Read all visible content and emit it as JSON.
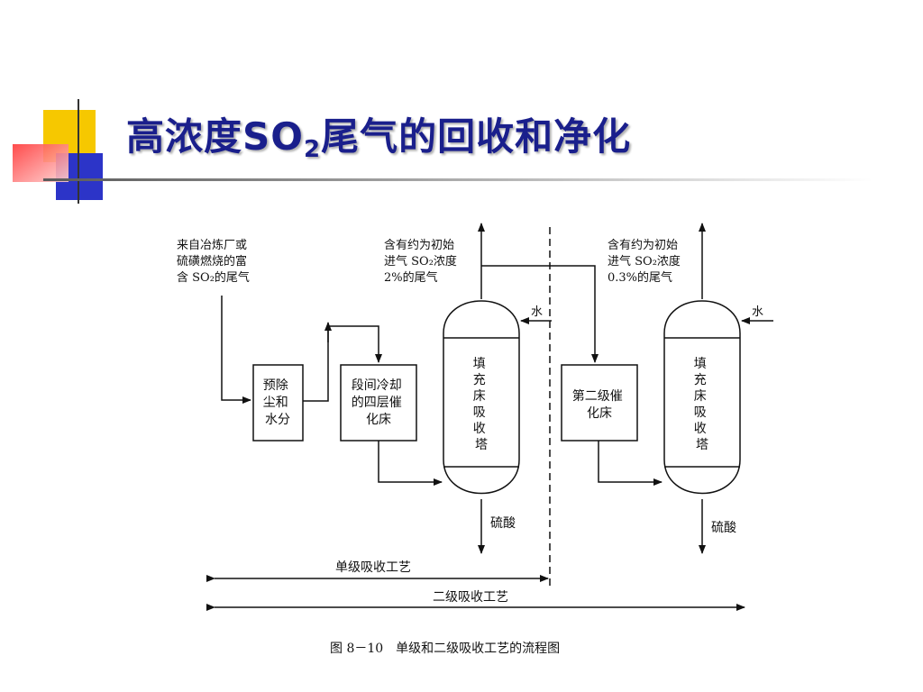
{
  "slide": {
    "title_prefix": "高浓度SO",
    "title_sub": "2",
    "title_suffix": "尾气的回收和净化"
  },
  "diagram": {
    "source_label": [
      "来自冶炼厂或",
      "硫磺燃烧的富",
      "含 SO₂的尾气"
    ],
    "tail_gas_1": [
      "含有约为初始",
      "进气 SO₂浓度",
      "2%的尾气"
    ],
    "tail_gas_2": [
      "含有约为初始",
      "进气 SO₂浓度",
      "0.3%的尾气"
    ],
    "water_1": "水",
    "water_2": "水",
    "box_predust": [
      "预除",
      "尘和",
      "水分"
    ],
    "box_four_layer": [
      "段间冷却",
      "的四层催",
      "化床"
    ],
    "box_second": [
      "第二级催",
      "化床"
    ],
    "tower_1": [
      "填",
      "充",
      "床",
      "吸",
      "收",
      "塔"
    ],
    "tower_2": [
      "填",
      "充",
      "床",
      "吸",
      "收",
      "塔"
    ],
    "acid_1": "硫酸",
    "acid_2": "硫酸",
    "single_stage": "单级吸收工艺",
    "two_stage": "二级吸收工艺",
    "caption": "图 8－10　单级和二级吸收工艺的流程图"
  },
  "colors": {
    "title": "#1a1f8c",
    "deco_yellow": "#f6c800",
    "deco_red": "#ff4848",
    "deco_blue": "#2c34c8"
  }
}
